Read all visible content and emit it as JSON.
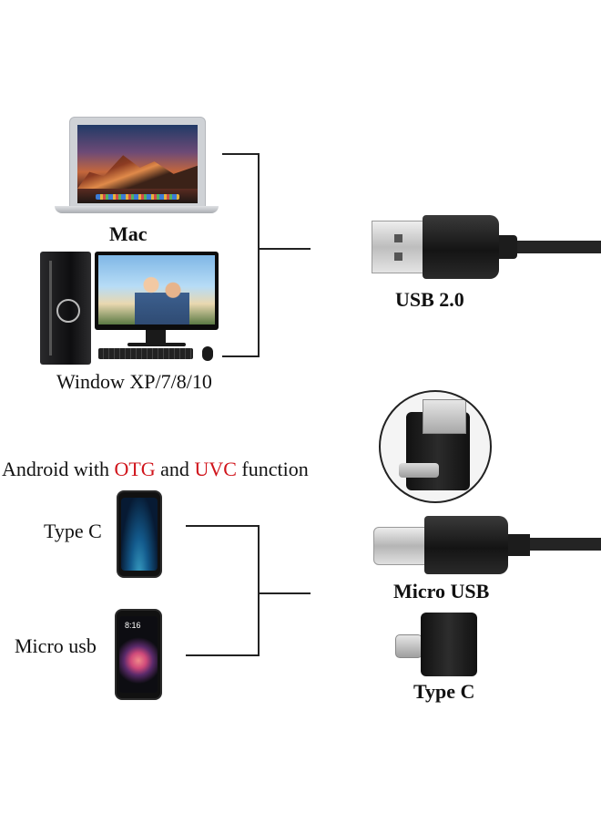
{
  "devices": {
    "mac_label": "Mac",
    "windows_label": "Window XP/7/8/10",
    "android_prefix": "Android with ",
    "android_otg": "OTG",
    "android_and": " and ",
    "android_uvc": "UVC",
    "android_suffix": " function",
    "typec_phone_label": "Type C",
    "micro_phone_label": "Micro usb",
    "phone_time": "8:16"
  },
  "connectors": {
    "usb_label": "USB 2.0",
    "micro_usb_label": "Micro USB",
    "typec_label": "Type C"
  },
  "colors": {
    "highlight": "#d0141b",
    "text": "#111111"
  }
}
